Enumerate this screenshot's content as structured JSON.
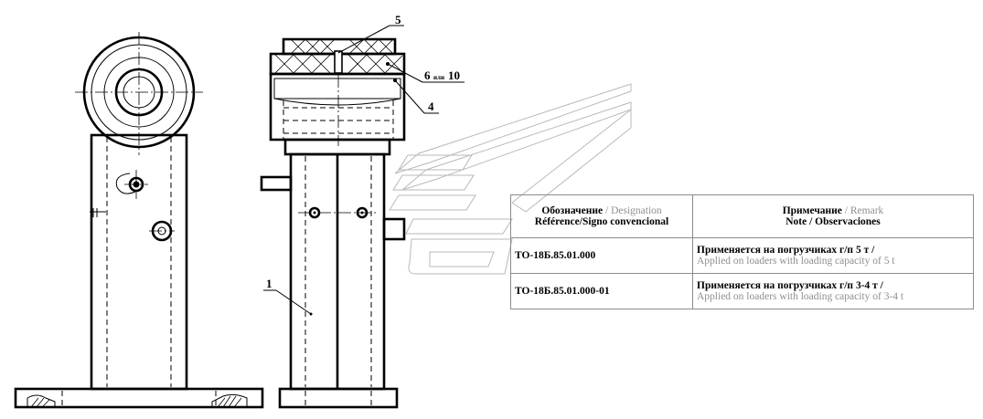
{
  "callouts": {
    "c5": "5",
    "c6": "6",
    "c_or": "или",
    "c10": "10",
    "c4": "4",
    "c1": "1"
  },
  "table": {
    "header": {
      "designation_ru": "Обозначение",
      "sep1": " / ",
      "designation_en": "Designation",
      "designation_fr_es": "Référence/Signo convencional",
      "remark_ru": "Примечание",
      "sep2": " / ",
      "remark_en": "Remark",
      "remark_fr_es": "Note / Observaciones"
    },
    "rows": [
      {
        "designation": "ТО-18Б.85.01.000",
        "remark_ru": "Применяется на погрузчиках г/п 5 т /",
        "remark_en": "Applied on loaders with loading capacity of 5 t"
      },
      {
        "designation": "ТО-18Б.85.01.000-01",
        "remark_ru": "Применяется на погрузчиках г/п 3-4 т /",
        "remark_en": "Applied on loaders with loading capacity of 3-4 t"
      }
    ]
  },
  "colors": {
    "line": "#000000",
    "watermark": "#b9b9b9",
    "secondary_text": "#8f8f8f",
    "table_border": "#8c8c8c"
  }
}
